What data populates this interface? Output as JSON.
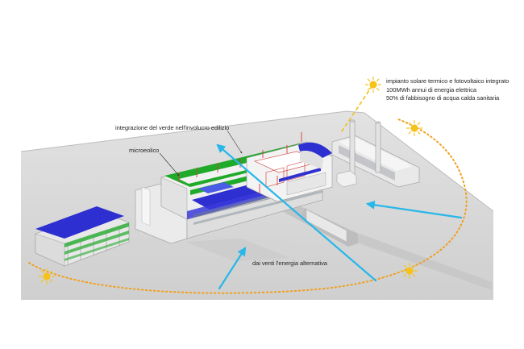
{
  "annotations": {
    "solar": {
      "line1": "impianto solare termico e fotovoltaico integrato",
      "line2": "100MWh annui di energia elettrica",
      "line3": "50% di fabbisogno di acqua calda sanitaria"
    },
    "green_roof": "integrazione del verde nell'involucro edilizio",
    "micro_wind": "microeolico",
    "winds": "dai venti l'energia alternativa"
  },
  "colors": {
    "sun": "#f6c21a",
    "sun_path": "#f0a020",
    "wind_arrow": "#27b7e8",
    "green_roof": "#1faa2a",
    "solar_panel": "#2d2fd0",
    "ground": "#d9d9d9"
  },
  "icons": [
    "sun-icon",
    "wind-arrow",
    "sun-path-arc"
  ]
}
